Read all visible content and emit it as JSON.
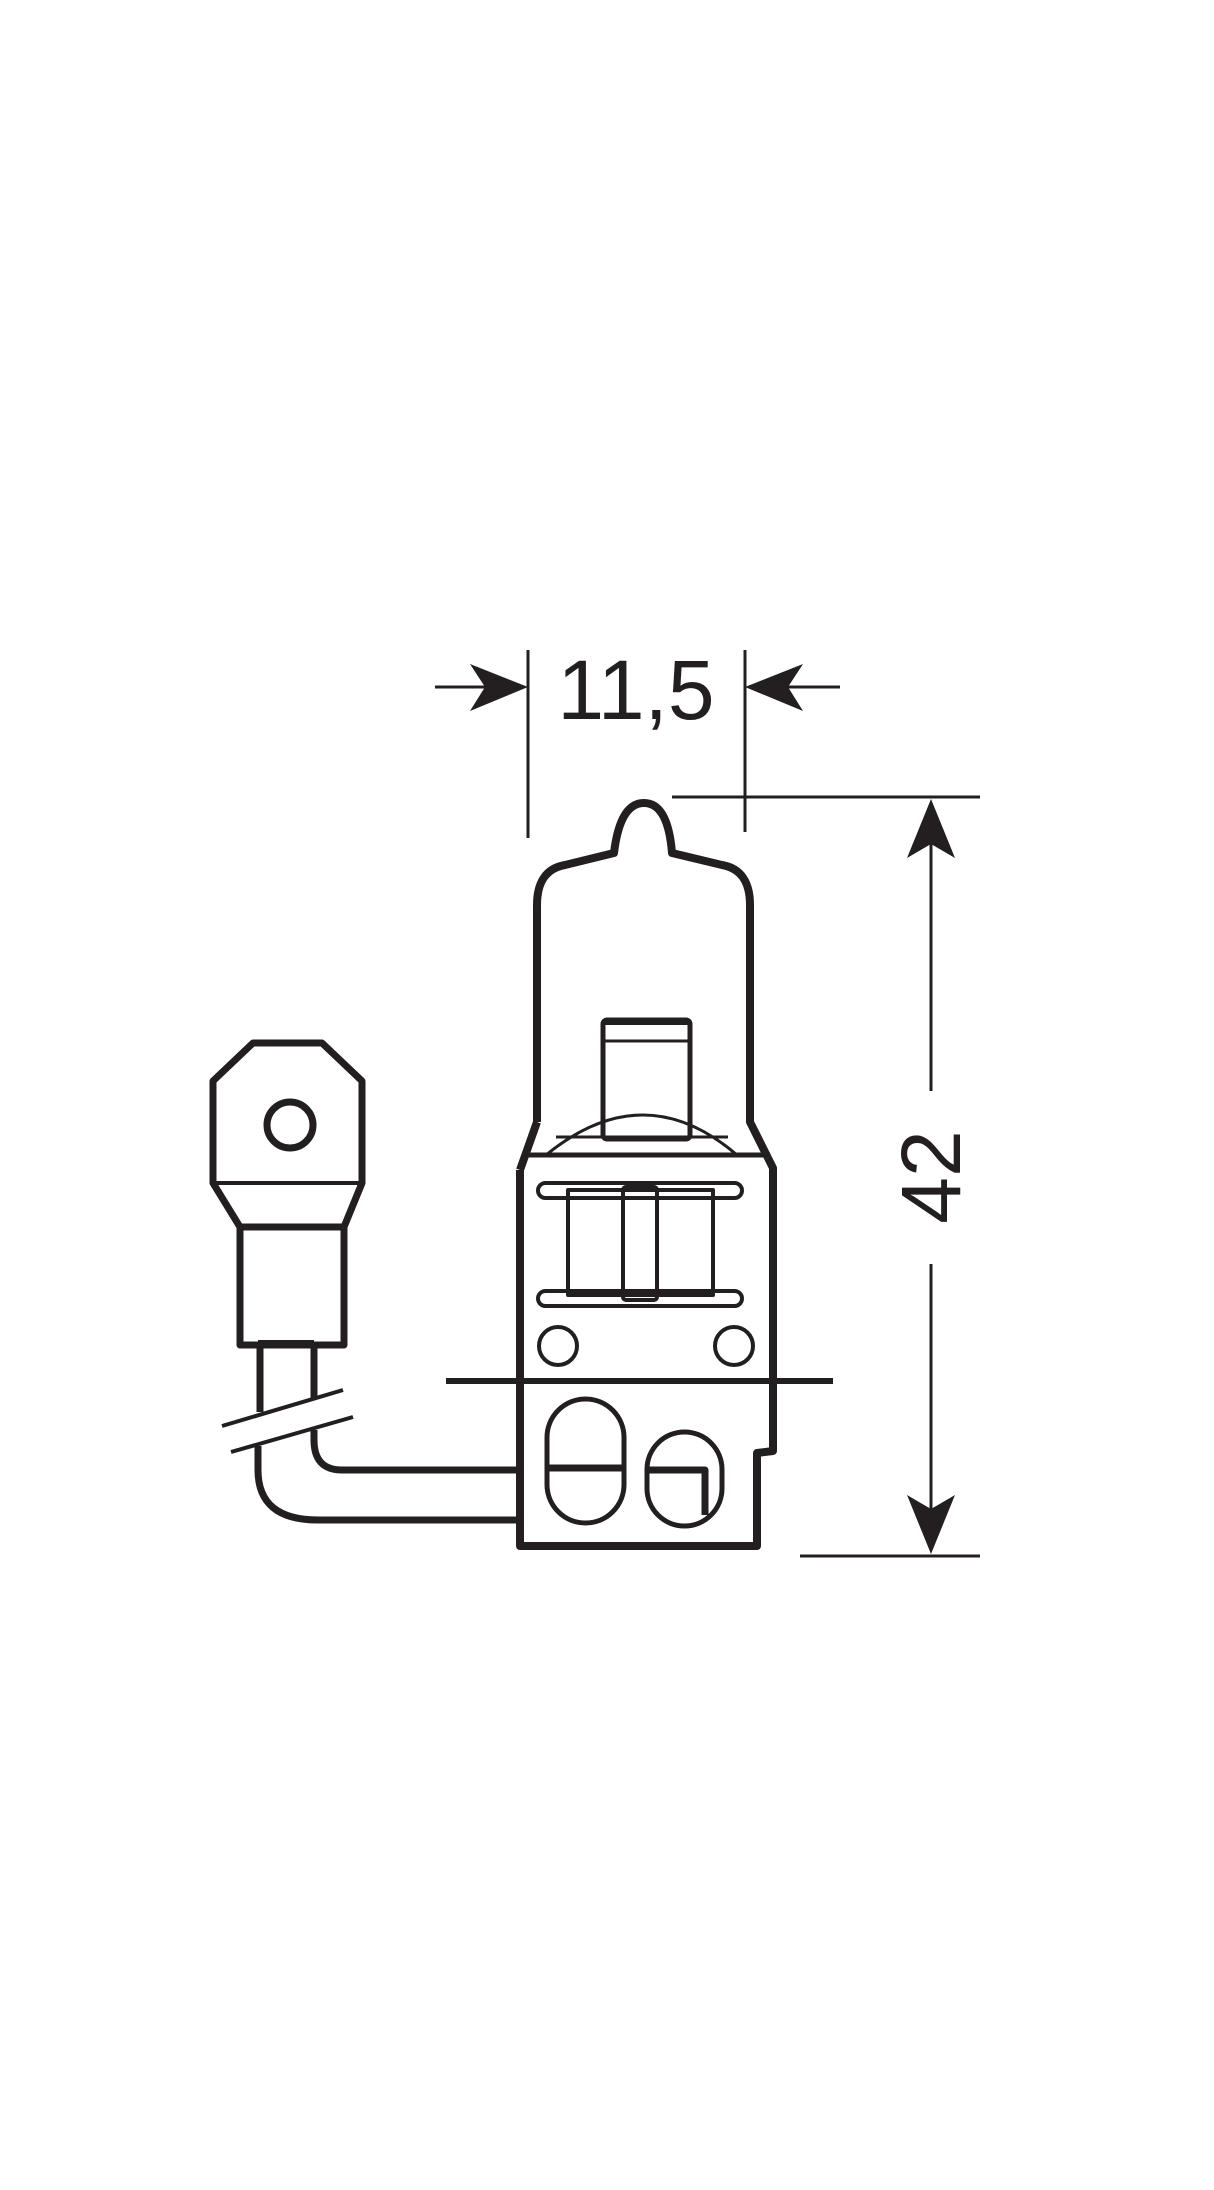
{
  "diagram": {
    "title": "H3 halogen bulb dimensional drawing",
    "stroke_color": "#231f20",
    "background_color": "#ffffff",
    "dimensions": {
      "width_label": "11,5",
      "height_label": "42"
    }
  }
}
